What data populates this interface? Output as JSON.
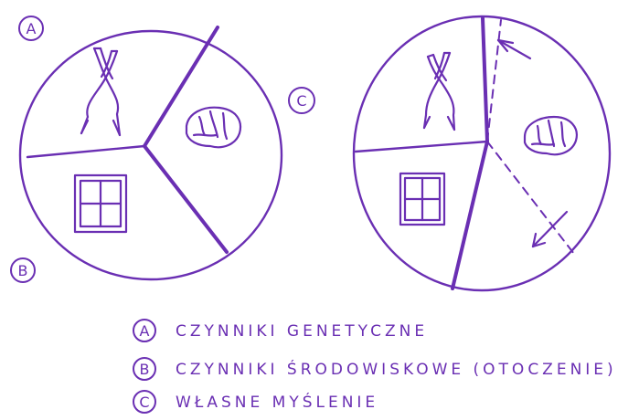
{
  "markers": {
    "a": "A",
    "b": "B",
    "c": "C"
  },
  "legend": [
    {
      "letter": "A",
      "text": "CZYNNIKI GENETYCZNE"
    },
    {
      "letter": "B",
      "text": "CZYNNIKI ŚRODOWISKOWE (OTOCZENIE)"
    },
    {
      "letter": "C",
      "text": "WŁASNE MYŚLENIE"
    }
  ],
  "colors": {
    "ink": "#6a2fb3",
    "background": "#ffffff"
  },
  "icons": [
    "chromosome-icon",
    "window-icon",
    "brain-icon",
    "arrow-icon"
  ]
}
